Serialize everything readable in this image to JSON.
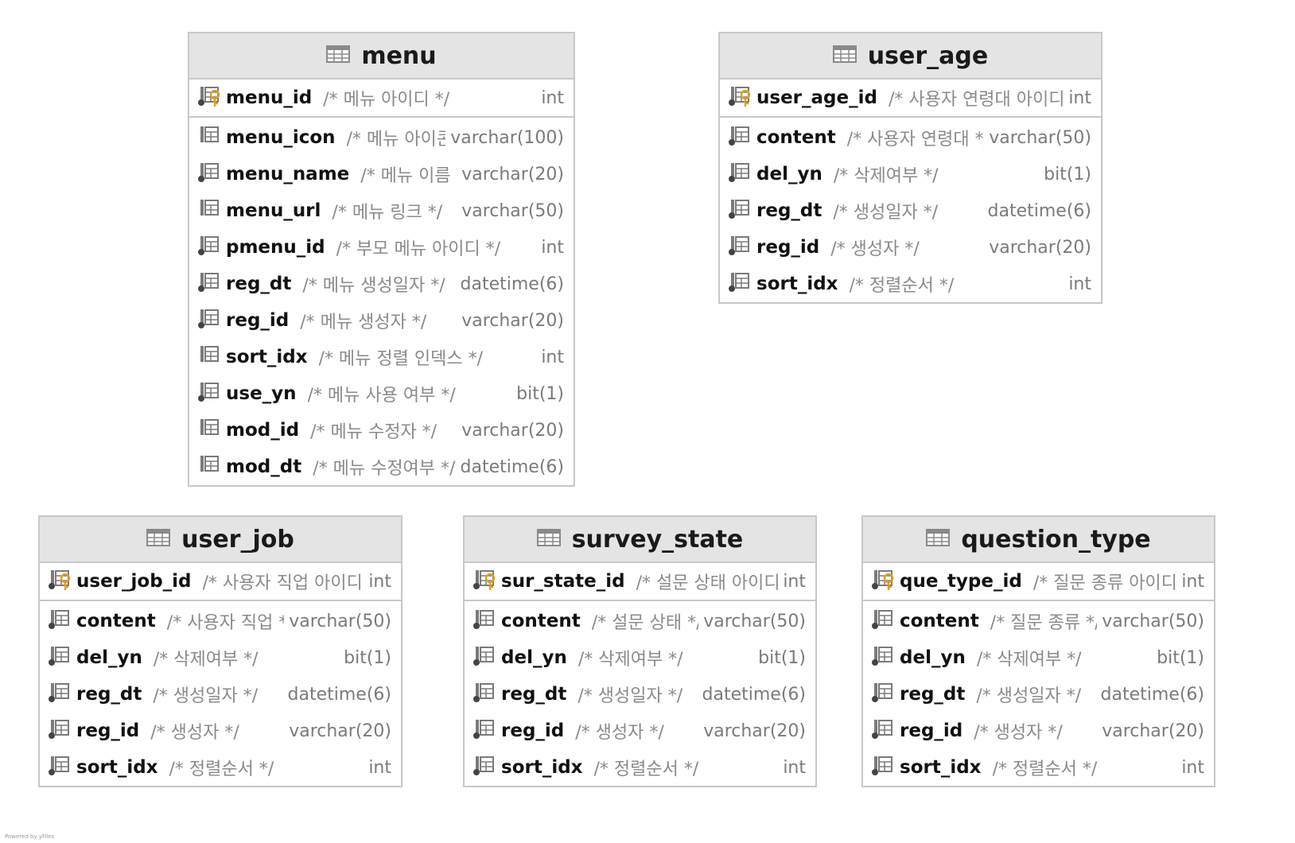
{
  "tables": [
    {
      "name": "menu",
      "pk": {
        "name": "menu_id",
        "comment": "/* 메뉴 아이디 */",
        "type": "int"
      },
      "columns": [
        {
          "name": "menu_icon",
          "comment": "/* 메뉴 아이콘 */",
          "type": "varchar(100)",
          "nullable": true
        },
        {
          "name": "menu_name",
          "comment": "/* 메뉴 이름 */",
          "type": "varchar(20)",
          "nullable": false
        },
        {
          "name": "menu_url",
          "comment": "/* 메뉴 링크 */",
          "type": "varchar(50)",
          "nullable": true
        },
        {
          "name": "pmenu_id",
          "comment": "/* 부모 메뉴 아이디 */",
          "type": "int",
          "nullable": false
        },
        {
          "name": "reg_dt",
          "comment": "/* 메뉴 생성일자 */",
          "type": "datetime(6)",
          "nullable": false
        },
        {
          "name": "reg_id",
          "comment": "/* 메뉴 생성자 */",
          "type": "varchar(20)",
          "nullable": false
        },
        {
          "name": "sort_idx",
          "comment": "/* 메뉴 정렬 인덱스 */",
          "type": "int",
          "nullable": true
        },
        {
          "name": "use_yn",
          "comment": "/* 메뉴 사용 여부 */",
          "type": "bit(1)",
          "nullable": false
        },
        {
          "name": "mod_id",
          "comment": "/* 메뉴 수정자 */",
          "type": "varchar(20)",
          "nullable": true
        },
        {
          "name": "mod_dt",
          "comment": "/* 메뉴 수정여부 */",
          "type": "datetime(6)",
          "nullable": true
        }
      ]
    },
    {
      "name": "user_age",
      "pk": {
        "name": "user_age_id",
        "comment": "/* 사용자 연령대 아이디 */",
        "type": "int"
      },
      "columns": [
        {
          "name": "content",
          "comment": "/* 사용자 연령대 */",
          "type": "varchar(50)",
          "nullable": false
        },
        {
          "name": "del_yn",
          "comment": "/* 삭제여부 */",
          "type": "bit(1)",
          "nullable": false
        },
        {
          "name": "reg_dt",
          "comment": "/* 생성일자 */",
          "type": "datetime(6)",
          "nullable": false
        },
        {
          "name": "reg_id",
          "comment": "/* 생성자 */",
          "type": "varchar(20)",
          "nullable": false
        },
        {
          "name": "sort_idx",
          "comment": "/* 정렬순서 */",
          "type": "int",
          "nullable": false
        }
      ]
    },
    {
      "name": "user_job",
      "pk": {
        "name": "user_job_id",
        "comment": "/* 사용자 직업 아이디 */",
        "type": "int"
      },
      "columns": [
        {
          "name": "content",
          "comment": "/* 사용자 직업 */",
          "type": "varchar(50)",
          "nullable": false
        },
        {
          "name": "del_yn",
          "comment": "/* 삭제여부 */",
          "type": "bit(1)",
          "nullable": false
        },
        {
          "name": "reg_dt",
          "comment": "/* 생성일자 */",
          "type": "datetime(6)",
          "nullable": false
        },
        {
          "name": "reg_id",
          "comment": "/* 생성자 */",
          "type": "varchar(20)",
          "nullable": false
        },
        {
          "name": "sort_idx",
          "comment": "/* 정렬순서 */",
          "type": "int",
          "nullable": false
        }
      ]
    },
    {
      "name": "survey_state",
      "pk": {
        "name": "sur_state_id",
        "comment": "/* 설문 상태 아이디 */",
        "type": "int"
      },
      "columns": [
        {
          "name": "content",
          "comment": "/* 설문 상태 */",
          "type": "varchar(50)",
          "nullable": false
        },
        {
          "name": "del_yn",
          "comment": "/* 삭제여부 */",
          "type": "bit(1)",
          "nullable": false
        },
        {
          "name": "reg_dt",
          "comment": "/* 생성일자 */",
          "type": "datetime(6)",
          "nullable": false
        },
        {
          "name": "reg_id",
          "comment": "/* 생성자 */",
          "type": "varchar(20)",
          "nullable": false
        },
        {
          "name": "sort_idx",
          "comment": "/* 정렬순서 */",
          "type": "int",
          "nullable": false
        }
      ]
    },
    {
      "name": "question_type",
      "pk": {
        "name": "que_type_id",
        "comment": "/* 질문 종류 아이디 */",
        "type": "int"
      },
      "columns": [
        {
          "name": "content",
          "comment": "/* 질문 종류 */",
          "type": "varchar(50)",
          "nullable": false
        },
        {
          "name": "del_yn",
          "comment": "/* 삭제여부 */",
          "type": "bit(1)",
          "nullable": false
        },
        {
          "name": "reg_dt",
          "comment": "/* 생성일자 */",
          "type": "datetime(6)",
          "nullable": false
        },
        {
          "name": "reg_id",
          "comment": "/* 생성자 */",
          "type": "varchar(20)",
          "nullable": false
        },
        {
          "name": "sort_idx",
          "comment": "/* 정렬순서 */",
          "type": "int",
          "nullable": false
        }
      ]
    }
  ],
  "credit": "Powered by yFiles",
  "icons": {
    "table": "table-icon",
    "pk": "primary-key-icon",
    "column": "column-icon",
    "column_not_null": "not-null-column-icon"
  }
}
